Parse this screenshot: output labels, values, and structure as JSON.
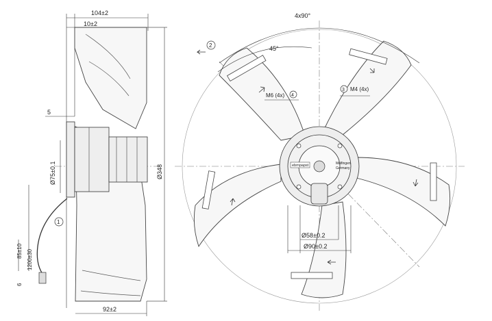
{
  "side_view": {
    "depth_label": "104±2",
    "offset_label": "10±2",
    "flange_label": "5",
    "hub_diameter_label": "Ø75±0.1",
    "outer_diameter_label": "Ø348",
    "cable_length_label": "1200±30",
    "lead_label": "85±10",
    "small_label": "6",
    "bottom_label": "92±2",
    "callout_1": "1"
  },
  "front_view": {
    "angle_label": "4x90°",
    "angle45_label": "45°",
    "callout_2": "2",
    "callout_3": "3",
    "callout_4": "4",
    "m4_label": "M4 (4x)",
    "m6_label": "M6 (4x)",
    "d58_label": "Ø58±0.2",
    "d90_label": "Ø90±0.2",
    "motor_label_1": "ebmpapst",
    "motor_label_2": "Mulfingen",
    "motor_label_3": "Germany"
  }
}
